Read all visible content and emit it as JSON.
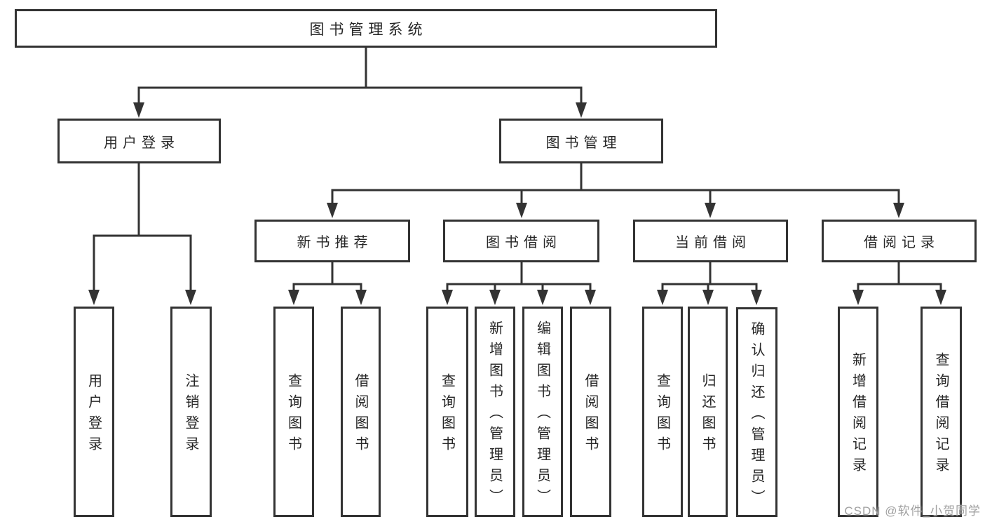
{
  "diagram": {
    "root": {
      "label": "图书管理系统"
    },
    "level2": {
      "user_login": {
        "label": "用户登录"
      },
      "book_management": {
        "label": "图书管理"
      }
    },
    "level3": {
      "new_book_recommend": {
        "label": "新书推荐"
      },
      "book_borrow": {
        "label": "图书借阅"
      },
      "current_borrow": {
        "label": "当前借阅"
      },
      "borrow_records": {
        "label": "借阅记录"
      }
    },
    "leaves": {
      "user_login": {
        "label": "用户登录"
      },
      "logout": {
        "label": "注销登录"
      },
      "nbr_query_books": {
        "label": "查询图书"
      },
      "nbr_borrow_books": {
        "label": "借阅图书"
      },
      "bb_query_books": {
        "label": "查询图书"
      },
      "bb_add_books": {
        "label": "新增图书（管理员）"
      },
      "bb_edit_books": {
        "label": "编辑图书（管理员）"
      },
      "bb_borrow_books": {
        "label": "借阅图书"
      },
      "cb_query_books": {
        "label": "查询图书"
      },
      "cb_return_books": {
        "label": "归还图书"
      },
      "cb_confirm_return": {
        "label": "确认归还（管理员）"
      },
      "br_add_record": {
        "label": "新增借阅记录"
      },
      "br_query_record": {
        "label": "查询借阅记录"
      }
    }
  },
  "watermark": {
    "text": "CSDN @软件_小贺同学"
  },
  "colors": {
    "line": "#333333",
    "text": "#262626",
    "box_fill": "#ffffff",
    "watermark": "#a0a0a0",
    "background": "#ffffff"
  }
}
